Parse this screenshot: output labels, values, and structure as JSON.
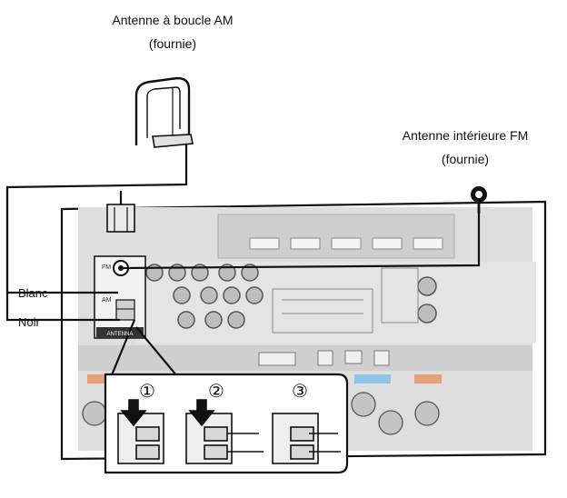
{
  "labels": {
    "am_antenna": "Antenne à boucle AM",
    "am_supplied": "(fournie)",
    "fm_antenna": "Antenne intérieure FM",
    "fm_supplied": "(fournie)",
    "wire_white": "Blanc",
    "wire_black": "Noir"
  },
  "steps": [
    "①",
    "②",
    "③"
  ],
  "panel_markings": {
    "fm": "FM",
    "am": "AM",
    "antenna": "ANTENNA"
  },
  "colors": {
    "line": "#111111",
    "panel_gray": "#d6d6d6",
    "panel_dark": "#9a9a9a",
    "accent_orange": "#e8a27a",
    "accent_blue": "#8ec4e6"
  }
}
